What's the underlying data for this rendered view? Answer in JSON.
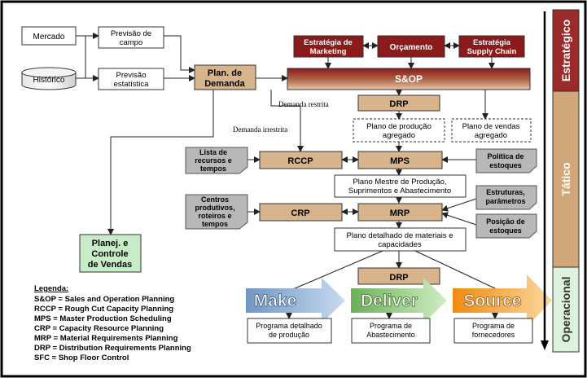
{
  "sources": {
    "mercado": "Mercado",
    "historico": "Histórico",
    "previsao_campo": [
      "Previsão de",
      "campo"
    ],
    "previsao_estatistica": [
      "Previsão",
      "estatística"
    ],
    "plan_demanda": [
      "Plan. de",
      "Demanda"
    ]
  },
  "strategic": {
    "estrategia_marketing": [
      "Estratégia de",
      "Marketing"
    ],
    "orcamento": "Orçamento",
    "estrategia_supply": [
      "Estratégia",
      "Supply Chain"
    ],
    "sop": "S&OP"
  },
  "labels": {
    "demanda_restrita": "Demanda restrita",
    "demanda_irrestrita": "Demanda irrestrita"
  },
  "planning": {
    "drp_top": "DRP",
    "plano_producao": [
      "Plano de produção",
      "agregado"
    ],
    "plano_vendas": [
      "Plano de vendas",
      "agregado"
    ],
    "rccp": "RCCP",
    "mps": "MPS",
    "lista_recursos": [
      "Lista de",
      "recursos e",
      "tempos"
    ],
    "politica_estoques": [
      "Política de",
      "estoques"
    ],
    "plano_mestre": [
      "Plano Mestre de Produção,",
      "Suprimentos e Abastecimento"
    ],
    "centros": [
      "Centros",
      "produtivos,",
      "roteiros e",
      "tempos"
    ],
    "crp": "CRP",
    "mrp": "MRP",
    "estruturas": [
      "Estruturas,",
      "parâmetros"
    ],
    "posicao_estoques": [
      "Posição de",
      "estoques"
    ],
    "plano_detalhado": [
      "Plano detalhado de materiais e",
      "capacidades"
    ],
    "planej_vendas": [
      "Planej. e",
      "Controle",
      "de Vendas"
    ],
    "drp_bottom": "DRP"
  },
  "execution": {
    "make": "Make",
    "deliver": "Deliver",
    "source": "Source",
    "programa_producao": [
      "Programa detalhado",
      "de produção"
    ],
    "programa_abastecimento": [
      "Programa de",
      "Abastecimento"
    ],
    "programa_fornecedores": [
      "Programa de",
      "fornecedores"
    ]
  },
  "levels": {
    "estrategico": "Estratégico",
    "tatico": "Tático",
    "operacional": "Operacional"
  },
  "legend": {
    "title": "Legenda:",
    "items": [
      "S&OP = Sales and Operation Planning",
      "RCCP = Rough Cut Capacity Planning",
      "MPS = Master Production Scheduling",
      "CRP = Capacity Resource Planning",
      "MRP = Material Requirements Planning",
      "DRP = Distribution Requirements Planning",
      "SFC = Shop Floor Control"
    ]
  },
  "colors": {
    "tan": "#d8b48c",
    "dark_red": "#8b1a1a",
    "level_red": "#9b2a2a",
    "level_tan": "#cfa778",
    "level_green": "#dcf2dc",
    "note_grey": "#b8b8b8",
    "green_box": "#c8ecc8",
    "make_blue": "#8fb2d8",
    "deliver_green": "#8cc878",
    "source_orange": "#f5a030"
  }
}
